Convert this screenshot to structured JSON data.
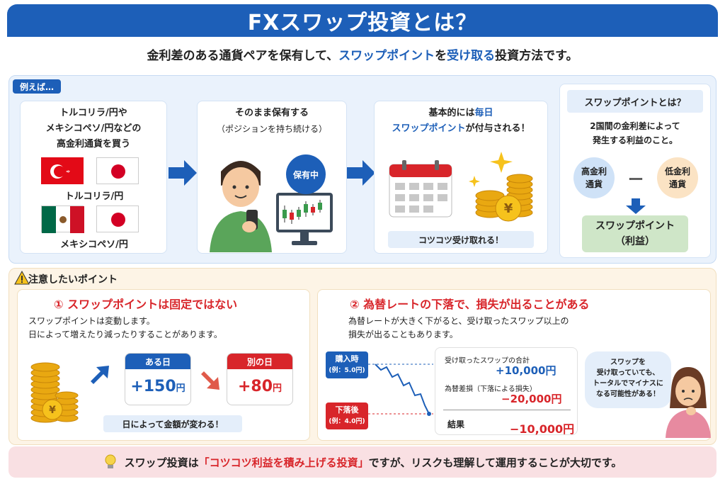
{
  "header": {
    "title": "FXスワップ投資とは？"
  },
  "intro": {
    "part1": "金利差のある通貨ペアを保有して、",
    "highlight1": "スワップポイント",
    "part2": "を",
    "highlight2": "受け取る",
    "part3": "投資方法です。"
  },
  "example": {
    "tag": "例えば…",
    "step1": {
      "line1": "トルコリラ/円や",
      "line2": "メキシコペソ/円などの",
      "line3": "高金利通貨を買う",
      "pair1": "トルコリラ/円",
      "pair2": "メキシコペソ/円"
    },
    "step2": {
      "line1": "そのまま保有する",
      "line2": "（ポジションを持ち続ける）",
      "badge": "保有中"
    },
    "step3": {
      "line1_a": "基本的には",
      "line1_b": "毎日",
      "line2_a": "スワップポイント",
      "line2_b": "が付与される！",
      "caption": "コツコツ受け取れる！"
    },
    "definition": {
      "title": "スワップポイントとは？",
      "desc1": "2国間の金利差によって",
      "desc2": "発生する利益のこと。",
      "high_line1": "高金利",
      "high_line2": "通貨",
      "minus": "ー",
      "low_line1": "低金利",
      "low_line2": "通貨",
      "result_line1": "スワップポイント",
      "result_line2": "（利益）"
    }
  },
  "caution": {
    "title": "注意したいポイント",
    "point1": {
      "head": "① スワップポイントは固定ではない",
      "desc1": "スワップポイントは変動します。",
      "desc2": "日によって増えたり減ったりすることがあります。",
      "day1_label": "ある日",
      "day1_value": "+150",
      "day2_label": "別の日",
      "day2_value": "+80",
      "yen": "円",
      "caption": "日によって金額が変わる！"
    },
    "point2": {
      "head": "② 為替レートの下落で、損失が出ることがある",
      "desc1": "為替レートが大きく下がると、受け取ったスワップ以上の",
      "desc2": "損失が出ることもあります。",
      "buy_line1": "購入時",
      "buy_line2": "(例：5.0円)",
      "after_line1": "下落後",
      "after_line2": "(例：4.0円)",
      "swap_total_label": "受け取ったスワップの合計",
      "swap_total_value": "+10,000円",
      "fx_loss_label": "為替差損（下落による損失）",
      "fx_loss_value": "−20,000円",
      "result_label": "結果",
      "result_value": "−10,000円",
      "speech1": "スワップを",
      "speech2": "受け取っていても、",
      "speech3": "トータルでマイナスに",
      "speech4": "なる可能性がある！"
    }
  },
  "footer": {
    "part1": "スワップ投資は",
    "highlight": "「コツコツ利益を積み上げる投資」",
    "part2": "ですが、リスクも理解して運用することが大切です。"
  },
  "colors": {
    "primary": "#1d5fb8",
    "red": "#d8252a",
    "green": "#3a9a4c"
  }
}
